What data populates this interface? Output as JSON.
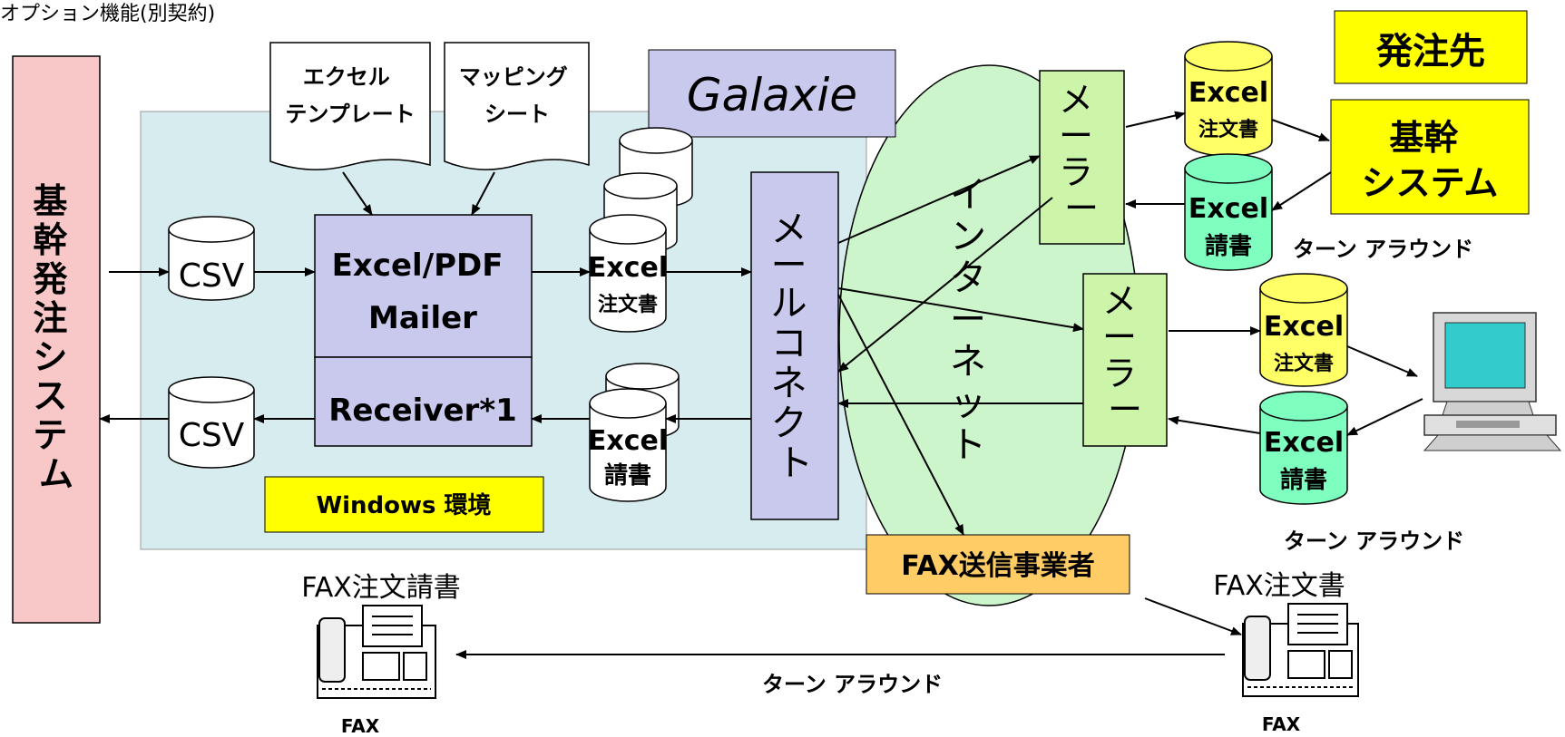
{
  "caption": "オプション機能(別契約)",
  "host_system": "基幹発注システム",
  "env_label": "Windows 環境",
  "product": "Galaxie",
  "templates": {
    "excel_template": [
      "エクセル",
      "テンプレート"
    ],
    "mapping_sheet": [
      "マッピング",
      "シート"
    ]
  },
  "csv_in": "CSV",
  "csv_out": "CSV",
  "mailer": [
    "Excel/PDF",
    "Mailer"
  ],
  "receiver": "Receiver*1",
  "order_cyl": {
    "title": "Excel",
    "sub": "注文書"
  },
  "reply_cyl": {
    "title": "Excel",
    "sub": "請書"
  },
  "mail_connect": "メールコネクト",
  "internet": "インターネット",
  "mailer_node": "メーラー",
  "supplier_label": "発注先",
  "core_system": [
    "基幹",
    "システム"
  ],
  "turnaround": "ターン アラウンド",
  "fax_vendor": "FAX送信事業者",
  "fax_order": "FAX注文書",
  "fax_reply": "FAX注文請書",
  "fax": "FAX",
  "colors": {
    "host_bg": "#f8c8c8",
    "env_bg": "#d6ecee",
    "mailer_bg": "#c9c9ee",
    "internet_bg": "#ccf5cc",
    "mailer_node_bg": "#ccf5aa",
    "yellow": "#ffff00",
    "order_cyl": "#ffff66",
    "reply_cyl": "#7fffbf",
    "fax_vendor_bg": "#ffcc66"
  }
}
